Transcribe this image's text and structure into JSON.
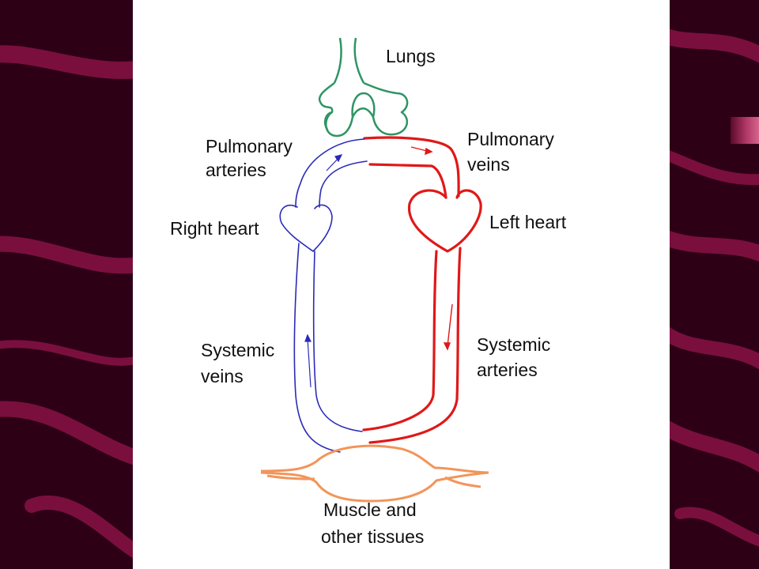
{
  "colors": {
    "background": "#2e0016",
    "stripe": "#7a0f3e",
    "panel": "#ffffff",
    "lungs": "#2f9464",
    "deoxygenated": "#2a2ab8",
    "oxygenated": "#e01818",
    "tissue": "#f2955a"
  },
  "labels": {
    "lungs": "Lungs",
    "pulmonary_arteries_1": "Pulmonary",
    "pulmonary_arteries_2": "arteries",
    "pulmonary_veins_1": "Pulmonary",
    "pulmonary_veins_2": "veins",
    "right_heart": "Right heart",
    "left_heart": "Left heart",
    "systemic_veins_1": "Systemic",
    "systemic_veins_2": "veins",
    "systemic_arteries_1": "Systemic",
    "systemic_arteries_2": "arteries",
    "tissues_1": "Muscle and",
    "tissues_2": "other tissues"
  }
}
